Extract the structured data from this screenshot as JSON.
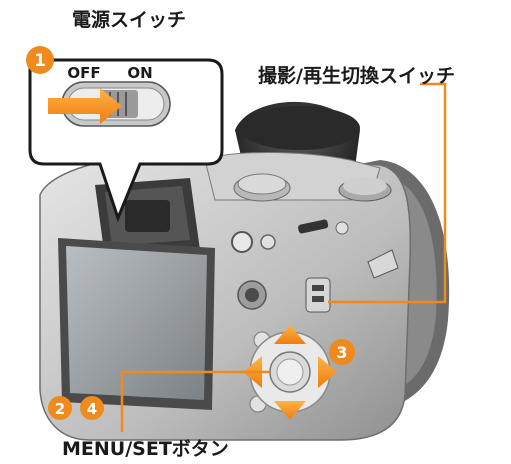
{
  "labels": {
    "power_switch": "電源スイッチ",
    "mode_switch": "撮影/再生切換スイッチ",
    "menu_set_button": "MENU/SETボタン",
    "off": "OFF",
    "on": "ON"
  },
  "badges": {
    "step1": "1",
    "step2": "2",
    "step3": "3",
    "step4": "4"
  },
  "colors": {
    "accent_orange": "#f08a1c",
    "arrow_orange": "#f39a2a",
    "camera_body": "#c9c9c9",
    "camera_dark": "#3a3a3a",
    "screen": "#9aa0a5"
  }
}
